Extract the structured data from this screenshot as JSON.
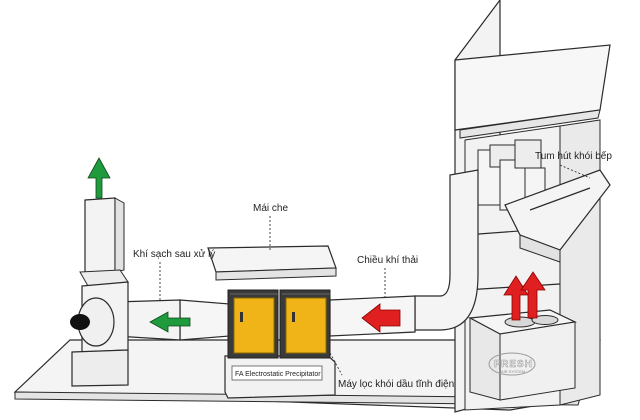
{
  "labels": {
    "clean_air": "Khí sạch sau xử lý",
    "roof_cover": "Mái che",
    "exhaust_direction": "Chiều khí thải",
    "kitchen_hood": "Tum hút khói bếp",
    "precipitator_plate": "FA Electrostatic Precipitator",
    "precipitator_machine": "Máy lọc khói dầu tĩnh điện"
  },
  "watermark": {
    "brand": "FRESH",
    "tagline": "AIR SYSTEM"
  },
  "colors": {
    "clean_arrow": "#1f9a3c",
    "exhaust_arrow": "#e02020",
    "unit_body": "#f0b419",
    "unit_frame": "#3a3a3a",
    "outline": "#2b2b2b",
    "panel": "#f4f4f4"
  }
}
